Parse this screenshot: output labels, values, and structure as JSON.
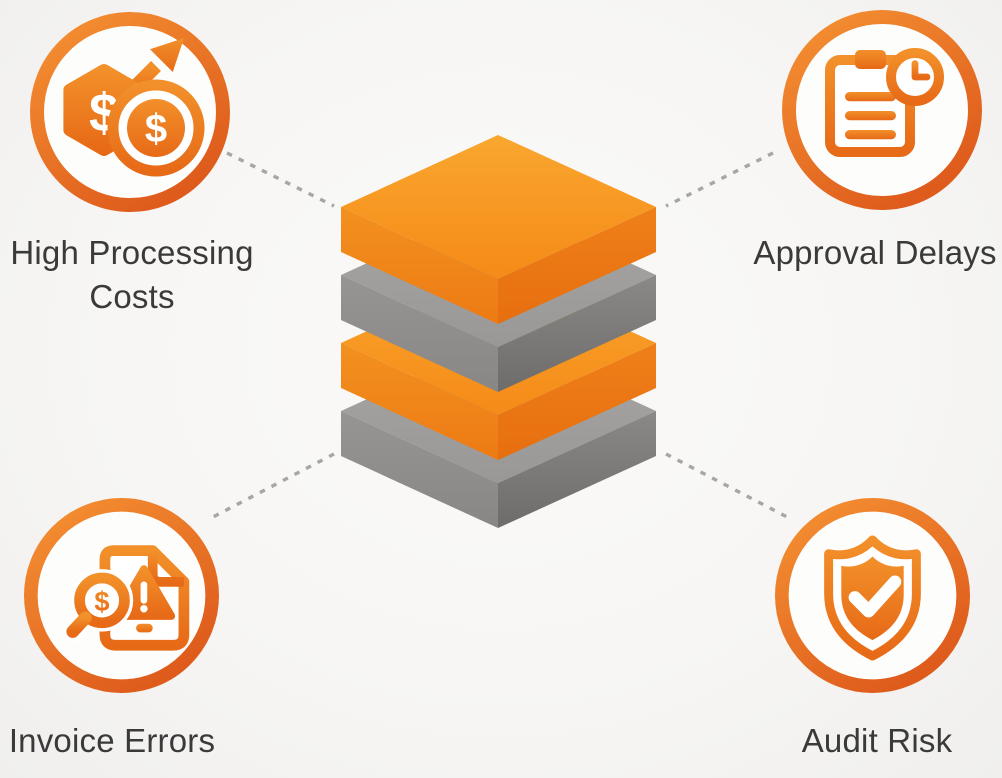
{
  "nodes": [
    {
      "position": "top-left",
      "icon": "money-growth-icon",
      "label": "High Processing Costs"
    },
    {
      "position": "top-right",
      "icon": "clipboard-clock-icon",
      "label": "Approval Delays"
    },
    {
      "position": "bottom-left",
      "icon": "invoice-error-magnifier-icon",
      "label": "Invoice Errors"
    },
    {
      "position": "bottom-right",
      "icon": "shield-check-icon",
      "label": "Audit Risk"
    }
  ],
  "center_stack": {
    "type": "isometric-layer-stack",
    "layer_count": 4,
    "layers": [
      {
        "index": 1,
        "color_name": "orange",
        "color": "#F58A17"
      },
      {
        "index": 2,
        "color_name": "gray",
        "color": "#8B8987"
      },
      {
        "index": 3,
        "color_name": "orange",
        "color": "#F58A17"
      },
      {
        "index": 4,
        "color_name": "gray",
        "color": "#8B8987"
      }
    ]
  },
  "icon_glyphs": {
    "dollar": "$"
  },
  "colors": {
    "accent_orange": "#EE7D1A",
    "accent_orange_light": "#F59233",
    "accent_orange_dark": "#DE5B1C",
    "layer_gray": "#8B8987",
    "label_text": "#3A3A3A",
    "connector": "#9C9C9C",
    "background": "#F8F7F5"
  }
}
